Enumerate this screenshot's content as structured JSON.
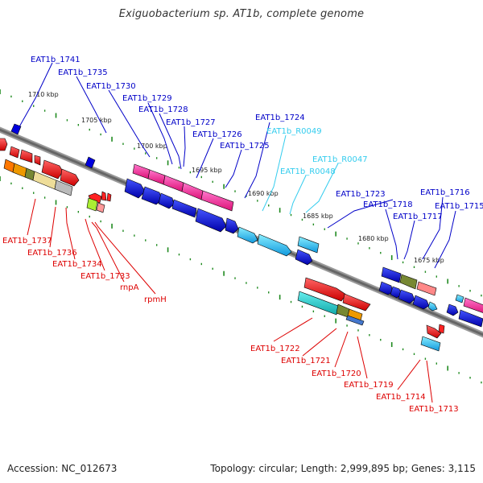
{
  "title": "Exiguobacterium sp. AT1b, complete genome",
  "footer": {
    "accession": "Accession: NC_012673",
    "summary": "Topology: circular; Length: 2,999,895 bp; Genes: 3,115"
  },
  "colors": {
    "upper_label": "#0000c8",
    "upper_rna_label": "#33ccee",
    "lower_label": "#dd0000",
    "backbone": "#777777",
    "tick": "#1f8a1f"
  },
  "ruler_labels": [
    "1710 kbp",
    "1705 kbp",
    "1700 kbp",
    "1695 kbp",
    "1690 kbp",
    "1685 kbp",
    "1680 kbp",
    "1675 kbp"
  ],
  "upper_labels": [
    "EAT1b_1741",
    "EAT1b_1735",
    "EAT1b_1730",
    "EAT1b_1729",
    "EAT1b_1728",
    "EAT1b_1727",
    "EAT1b_1726",
    "EAT1b_1725",
    "EAT1b_1724",
    "EAT1b_R0049",
    "EAT1b_R0047",
    "EAT1b_R0048",
    "EAT1b_1723",
    "EAT1b_1718",
    "EAT1b_1716",
    "EAT1b_1717",
    "EAT1b_1715"
  ],
  "lower_labels": [
    "EAT1b_1737",
    "EAT1b_1736",
    "EAT1b_1734",
    "EAT1b_1733",
    "rnpA",
    "rpmH",
    "EAT1b_1722",
    "EAT1b_1721",
    "EAT1b_1720",
    "EAT1b_1719",
    "EAT1b_1714",
    "EAT1b_1713"
  ]
}
